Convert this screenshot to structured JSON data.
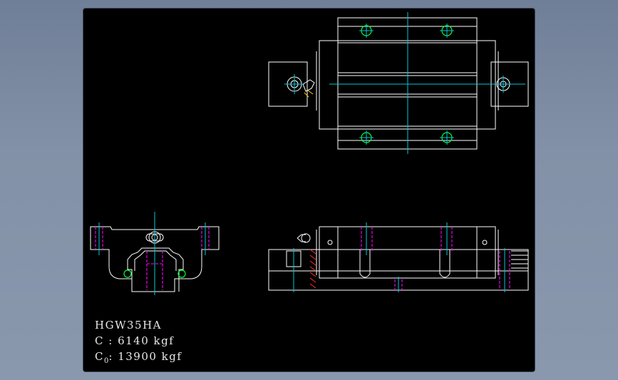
{
  "drawing": {
    "model": "HGW35HA",
    "dynamic_load": {
      "label": "C",
      "value": "6140 kgf"
    },
    "static_load": {
      "label": "C",
      "subscript": "0",
      "value": "13900 kgf"
    }
  },
  "colors": {
    "background": "#000000",
    "outline": "#ffffff",
    "centerline": "#00c8dc",
    "hidden_line": "#ff00ff",
    "bolt_hole": "#00ff33",
    "hatch": "#ff3030",
    "frame": "#8391a8"
  }
}
